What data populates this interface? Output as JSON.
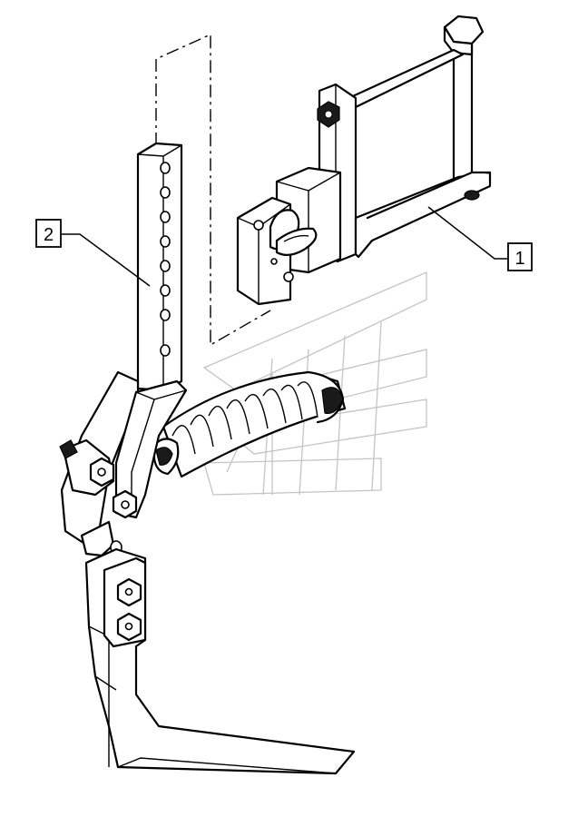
{
  "callouts": [
    {
      "id": "1",
      "label": "1"
    },
    {
      "id": "2",
      "label": "2"
    }
  ],
  "colors": {
    "line": "#000000",
    "background": "#ffffff",
    "watermark": "#c4c4c4"
  }
}
